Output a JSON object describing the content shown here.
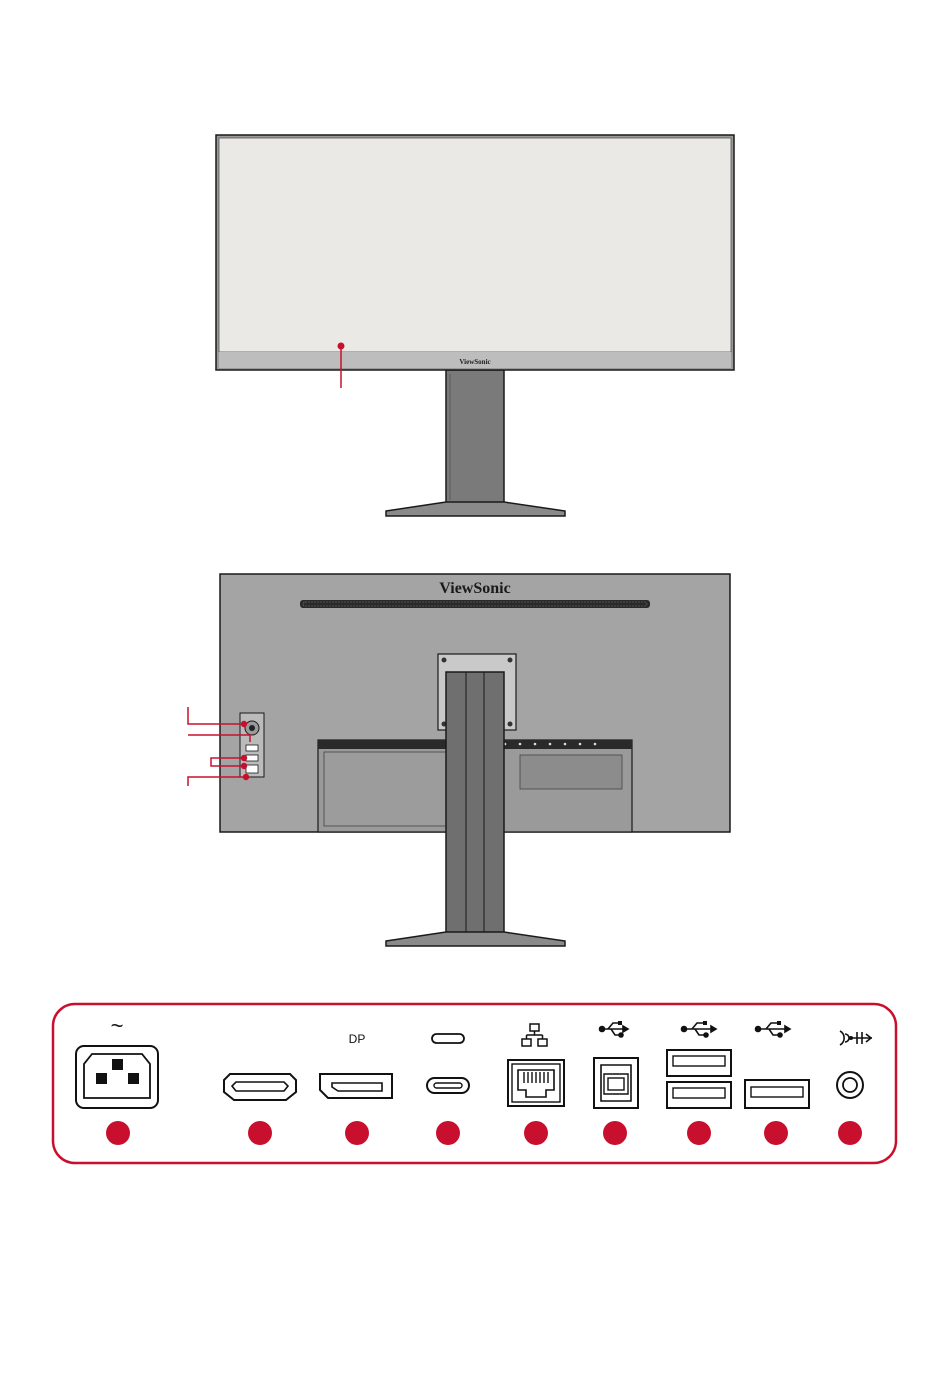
{
  "front_view": {
    "brand_label": "ViewSonic"
  },
  "rear_view": {
    "brand_label": "ViewSonic"
  },
  "port_panel": {
    "ports": [
      {
        "icon": "ac-power-icon",
        "label": "~"
      },
      {
        "icon": "hdmi-port-icon",
        "label": ""
      },
      {
        "icon": "displayport-icon",
        "label": "DP"
      },
      {
        "icon": "usb-c-port-icon",
        "label": ""
      },
      {
        "icon": "ethernet-port-icon",
        "label": ""
      },
      {
        "icon": "usb-b-port-icon",
        "label": ""
      },
      {
        "icon": "usb-a-double-port-icon",
        "label": ""
      },
      {
        "icon": "usb-a-single-port-icon",
        "label": ""
      },
      {
        "icon": "audio-out-icon",
        "label": ""
      }
    ]
  },
  "colors": {
    "accent": "#c8102e",
    "bezel": "#8e8e8e",
    "screen": "#ebe9e6",
    "body": "#a4a4a4",
    "stand": "#777777",
    "outline": "#1a1a1a"
  }
}
